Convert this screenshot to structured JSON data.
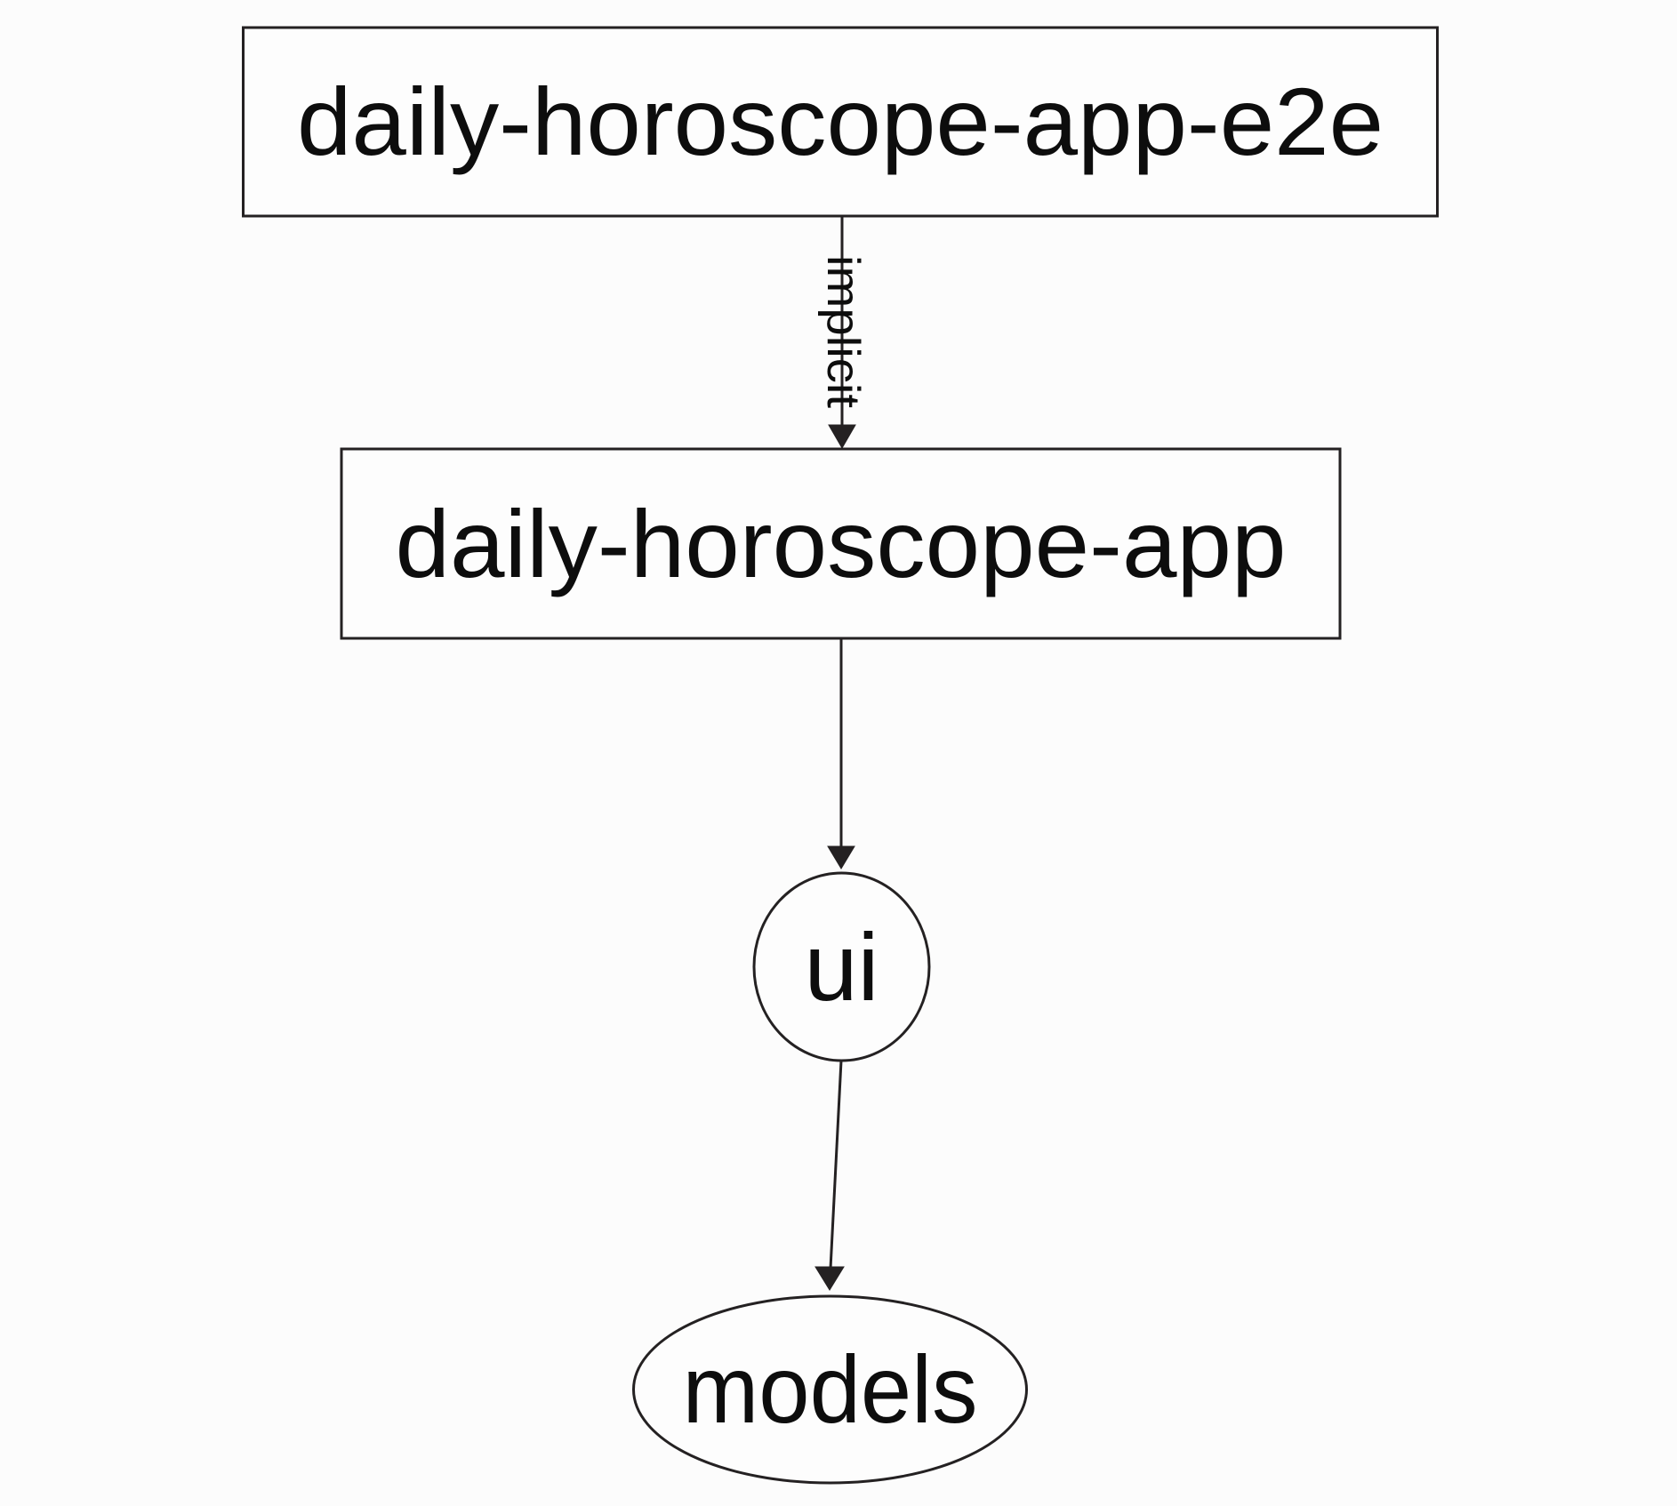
{
  "diagram": {
    "type": "dependency-graph",
    "colors": {
      "background": "#fcfcfc",
      "node_fill": "#fdfdfd",
      "stroke": "#242122",
      "text": "#0d0d0d"
    },
    "nodes": [
      {
        "label": "daily-horoscope-app-e2e",
        "shape": "rectangle"
      },
      {
        "label": "daily-horoscope-app",
        "shape": "rectangle"
      },
      {
        "label": "ui",
        "shape": "circle"
      },
      {
        "label": "models",
        "shape": "ellipse"
      }
    ],
    "edges": [
      {
        "from": "daily-horoscope-app-e2e",
        "to": "daily-horoscope-app",
        "label": "implicit"
      },
      {
        "from": "daily-horoscope-app",
        "to": "ui",
        "label": ""
      },
      {
        "from": "ui",
        "to": "models",
        "label": ""
      }
    ]
  }
}
